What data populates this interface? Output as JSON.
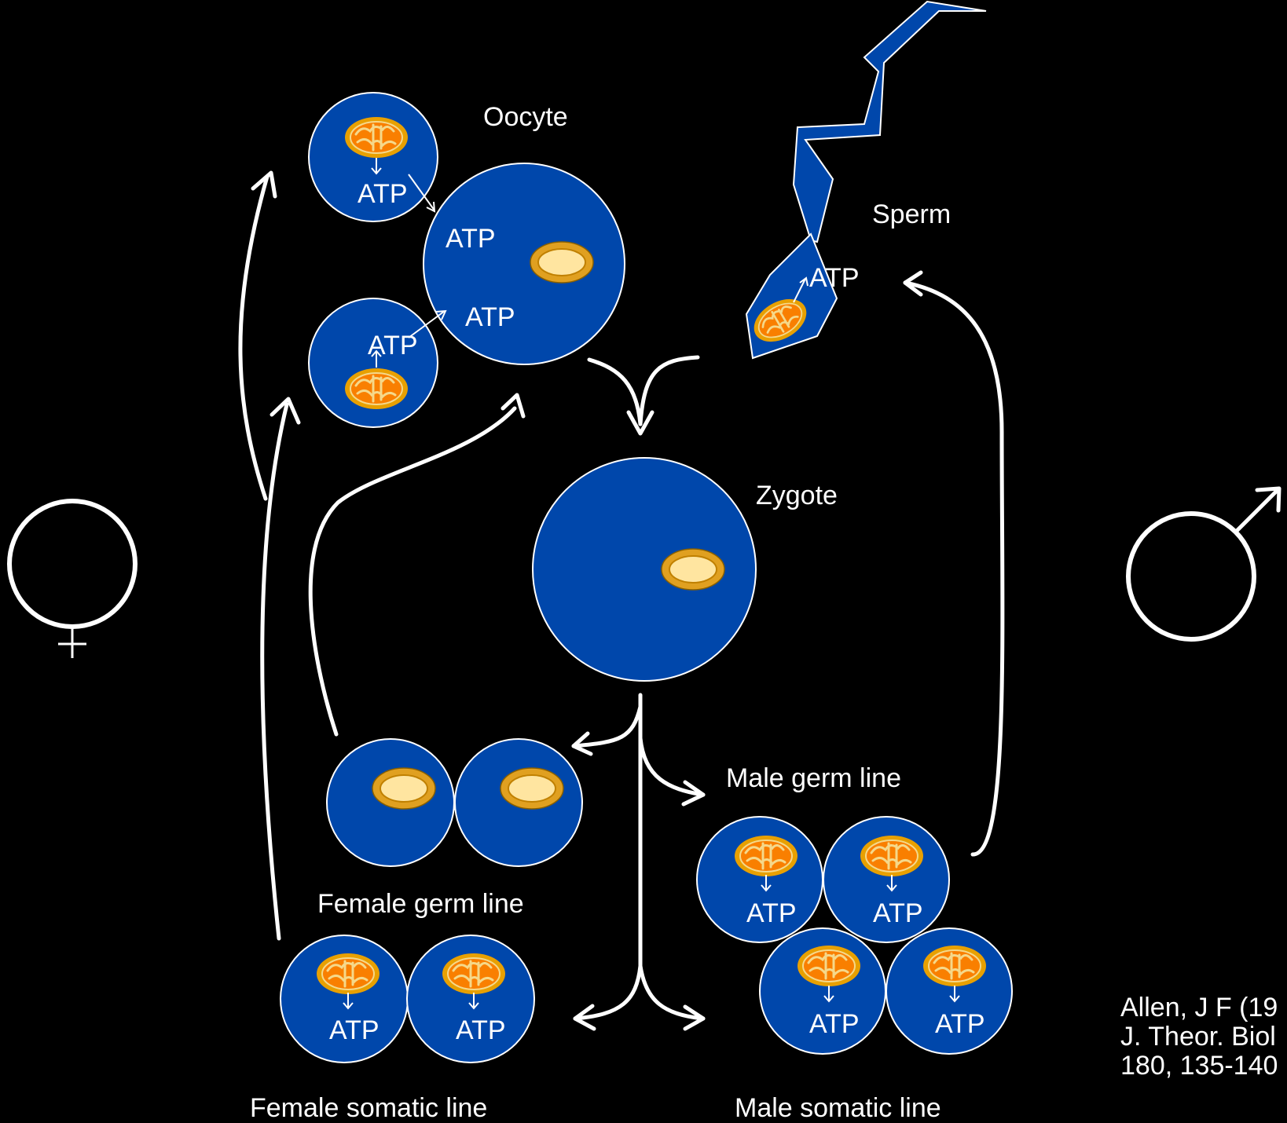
{
  "labels": {
    "oocyte": "Oocyte",
    "sperm": "Sperm",
    "zygote": "Zygote",
    "male_germ_line": "Male germ line",
    "female_germ_line": "Female germ line",
    "female_somatic_line": "Female somatic line",
    "male_somatic_line": "Male somatic line",
    "atp": "ATP"
  },
  "citation": {
    "line1": "Allen, J F (19",
    "line2": "J. Theor. Biol",
    "line3": "180, 135-140"
  },
  "colors": {
    "background": "#000000",
    "cell_fill": "#0047AB",
    "cell_outline": "#ffffff",
    "mito_outer": "#E8A000",
    "mito_inner": "#F97F00",
    "mito_cristae": "#F5D88A",
    "quiescent_mito_fill": "#FFE5A0",
    "arrow": "#ffffff"
  },
  "icons": {
    "female_symbol": "venus-icon",
    "male_symbol": "mars-icon",
    "active_mitochondrion": "mitochondrion-active-icon",
    "quiescent_mitochondrion": "mitochondrion-quiescent-icon"
  }
}
